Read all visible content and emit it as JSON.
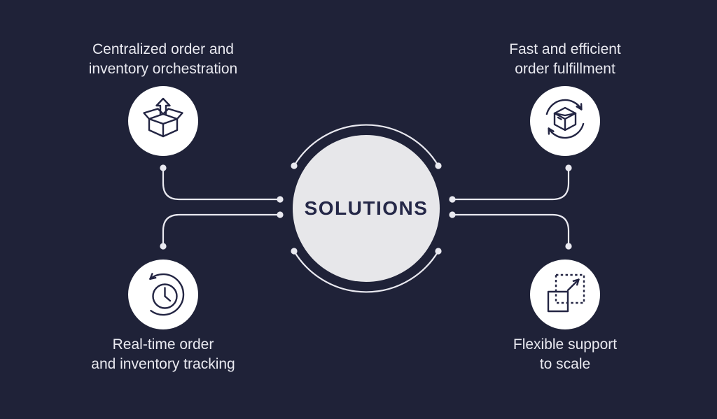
{
  "center": {
    "label": "SOLUTIONS"
  },
  "nodes": [
    {
      "position": "top-left",
      "icon": "open-box-dispatch-icon",
      "lines": [
        "Centralized order and",
        "inventory orchestration"
      ]
    },
    {
      "position": "top-right",
      "icon": "box-cycle-arrows-icon",
      "lines": [
        "Fast and efficient",
        "order fulfillment"
      ]
    },
    {
      "position": "bottom-left",
      "icon": "clock-history-icon",
      "lines": [
        "Real-time order",
        "and inventory tracking"
      ]
    },
    {
      "position": "bottom-right",
      "icon": "scale-expand-icon",
      "lines": [
        "Flexible support",
        "to scale"
      ]
    }
  ],
  "colors": {
    "background": "#1f2238",
    "center_circle_fill": "#e7e7ea",
    "center_text": "#252848",
    "node_circle_fill": "#ffffff",
    "icon_stroke": "#232543",
    "connector_line": "#e9e9f0",
    "label_text": "#e9e9f0"
  }
}
